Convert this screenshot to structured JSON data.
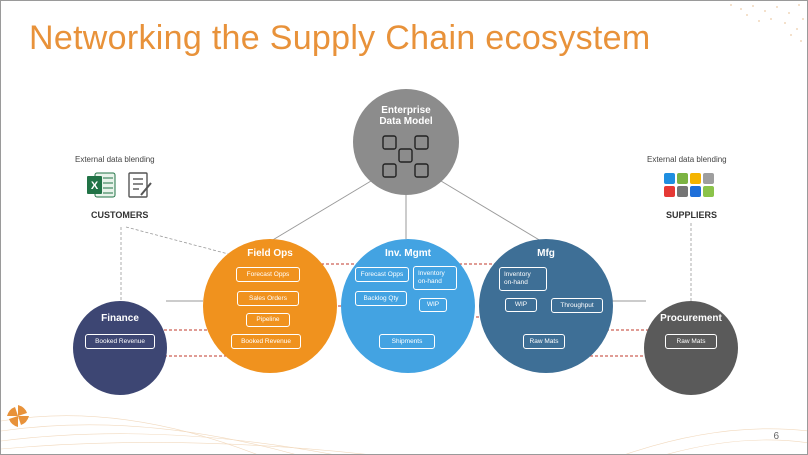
{
  "title": "Networking the Supply Chain ecosystem",
  "page_number": "6",
  "customers": {
    "caption": "External data blending",
    "label": "CUSTOMERS",
    "icons": [
      "excel-icon",
      "document-checklist-icon"
    ]
  },
  "suppliers": {
    "caption": "External data blending",
    "label": "SUPPLIERS",
    "icons": [
      "windows-icon",
      "android-icon",
      "google-drive-icon",
      "dropbox-icon",
      "gear-icon",
      "apple-icon"
    ]
  },
  "hub": {
    "title_line1": "Enterprise",
    "title_line2": "Data Model"
  },
  "nodes": {
    "finance": {
      "title": "Finance",
      "items": [
        "Booked  Revenue"
      ]
    },
    "field_ops": {
      "title": "Field Ops",
      "items": [
        "Forecast Opps",
        "Sales Orders",
        "Pipeline",
        "Booked  Revenue"
      ]
    },
    "inv_mgmt": {
      "title": "Inv. Mgmt",
      "items": [
        "Forecast Opps",
        "Backlog  Qty",
        "WIP",
        "Shipments"
      ],
      "inventory_line1": "Inventory",
      "inventory_line2": "on-hand"
    },
    "mfg": {
      "title": "Mfg",
      "items": [
        "WIP",
        "Throughput",
        "Raw Mats"
      ],
      "inventory_line1": "Inventory",
      "inventory_line2": "on-hand"
    },
    "procurement": {
      "title": "Procurement",
      "items": [
        "Raw Mats"
      ]
    }
  },
  "colors": {
    "title": "#e8923a",
    "hub": "#8c8c8c",
    "finance": "#3d4673",
    "field_ops": "#f0921e",
    "inv_mgmt": "#43a3e2",
    "mfg": "#3e6f96",
    "procurement": "#5a5a5a",
    "dashed": "#c0392b"
  }
}
